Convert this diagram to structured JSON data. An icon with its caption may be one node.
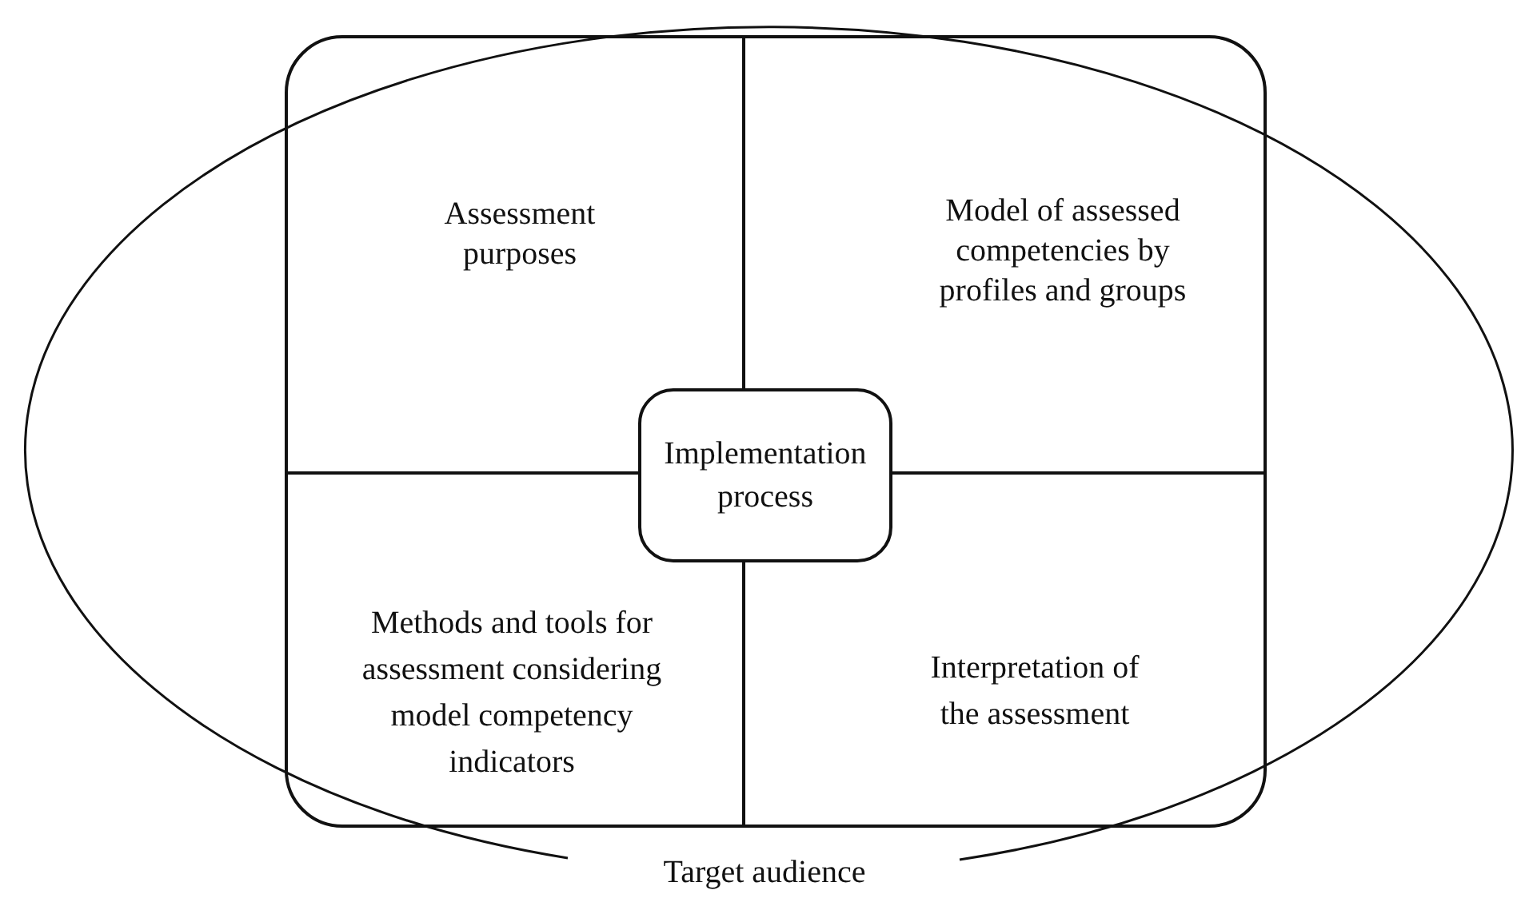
{
  "diagram": {
    "nodes": [
      {
        "text": [
          "Target audience"
        ]
      },
      {
        "text": [],
        "shape": "box",
        "in": 0
      },
      {
        "text": [
          "Assessment purposes"
        ],
        "in": 1
      },
      {
        "text": [
          "Model of assessed competencies by profiles and groups"
        ],
        "in": 1
      },
      {
        "text": [
          "Implementation process"
        ],
        "in": 1
      },
      {
        "text": [
          "Methods and tools for assessment considering model competency indicators"
        ],
        "in": 1
      },
      {
        "text": [
          "Interpretation of the assessment"
        ],
        "in": 1
      }
    ]
  }
}
